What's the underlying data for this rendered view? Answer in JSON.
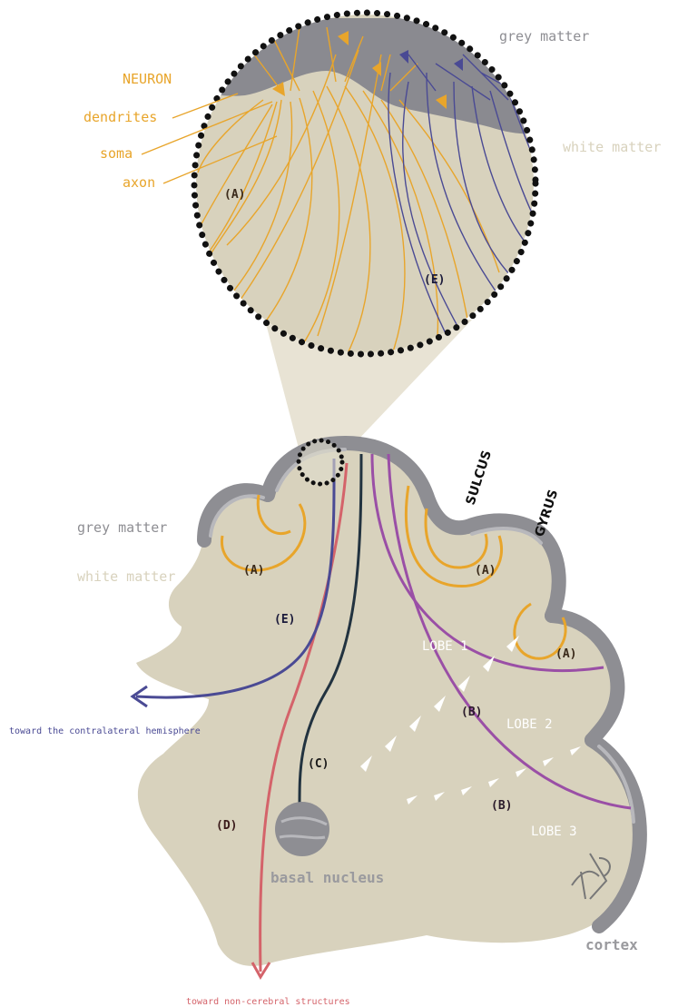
{
  "zoom": {
    "grey_matter": "grey matter",
    "white_matter": "white matter",
    "neuron": "NEURON",
    "dendrites": "dendrites",
    "soma": "soma",
    "axon": "axon",
    "label_a": "(A)",
    "label_e": "(E)"
  },
  "brain": {
    "sulcus": "SULCUS",
    "gyrus": "GYRUS",
    "grey_matter": "grey matter",
    "white_matter": "white matter",
    "label_a1": "(A)",
    "label_a2": "(A)",
    "label_a3": "(A)",
    "label_e": "(E)",
    "label_b1": "(B)",
    "label_b2": "(B)",
    "label_c": "(C)",
    "label_d": "(D)",
    "lobe1": "LOBE 1",
    "lobe2": "LOBE 2",
    "lobe3": "LOBE 3",
    "basal_nucleus": "basal nucleus",
    "cortex": "cortex",
    "toward_contralateral": "toward the contralateral hemisphere",
    "toward_noncerebral": "toward non-cerebral structures"
  },
  "colors": {
    "orange": "#e8a52b",
    "indigo": "#4a4a94",
    "magenta": "#9a4fa6",
    "dark_teal": "#223340",
    "red": "#d4636a",
    "grey": "#8e8e93",
    "beige": "#d8d2bd"
  }
}
